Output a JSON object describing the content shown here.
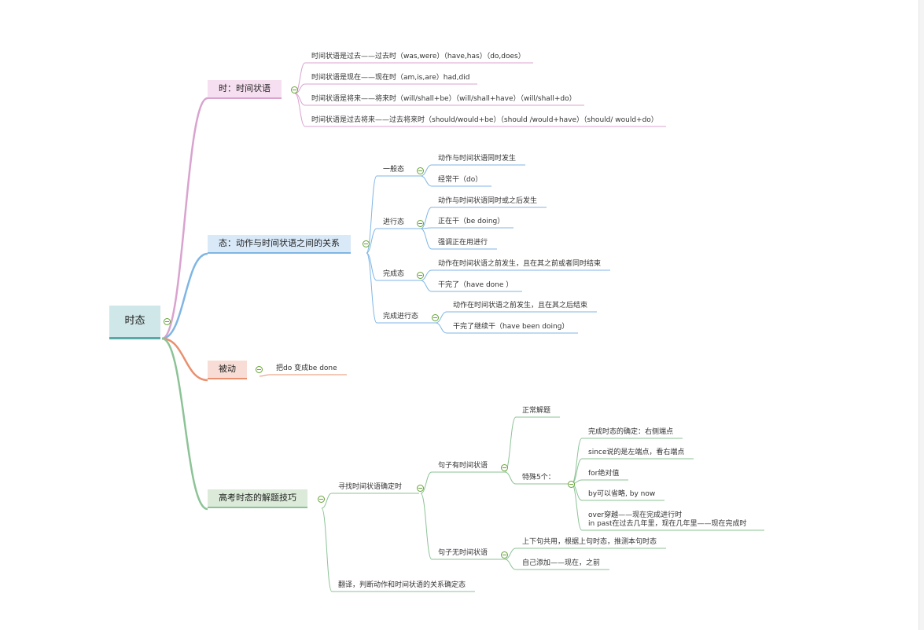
{
  "colors": {
    "pink": "#d9a3cf",
    "blue": "#7fb6e4",
    "orange": "#e9906f",
    "green": "#8cc396",
    "toggle": "#66a335"
  },
  "root": {
    "label": "时态"
  },
  "b1": {
    "label": "时：时间状语",
    "items": [
      "时间状语是过去——过去时（was,were）（have,has）（do,does）",
      "时间状语是现在——现在时（am,is,are）had,did",
      "时间状语是将来——将来时（will/shall+be）（will/shall+have）（will/shall+do）",
      "时间状语是过去将来——过去将来时（should/would+be）（should /would+have）（should/ would+do）"
    ]
  },
  "b2": {
    "label": "态：动作与时间状语之间的关系",
    "groups": [
      {
        "label": "一般态",
        "items": [
          "动作与时间状语同时发生",
          "经常干（do）"
        ]
      },
      {
        "label": "进行态",
        "items": [
          "动作与时间状语同时或之后发生",
          "正在干（be doing）",
          "强调正在用进行"
        ]
      },
      {
        "label": "完成态",
        "items": [
          "动作在时间状语之前发生，且在其之前或者同时结束",
          "干完了（have done ）"
        ]
      },
      {
        "label": "完成进行态",
        "items": [
          "动作在时间状语之前发生，且在其之后结束",
          "干完了继续干（have been doing）"
        ]
      }
    ]
  },
  "b3": {
    "label": "被动",
    "item": "把do 变成be done"
  },
  "b4": {
    "label": "高考时态的解题技巧",
    "find": {
      "label": "寻找时间状语确定时",
      "with": {
        "label": "句子有时间状语",
        "normal": "正常解题",
        "special": {
          "label": "特殊5个：",
          "items": [
            "完成时态的确定：右侧端点",
            "since说的是左端点，看右端点",
            "for绝对值",
            "by可以省略, by now",
            "over穿越——现在完成进行时",
            "in past在过去几年里，现在几年里——现在完成时"
          ]
        }
      },
      "without": {
        "label": "句子无时间状语",
        "items": [
          "上下句共用，根据上句时态，推测本句时态",
          "自己添加——现在，之前"
        ]
      }
    },
    "translate": "翻译，判断动作和时间状语的关系确定态"
  }
}
